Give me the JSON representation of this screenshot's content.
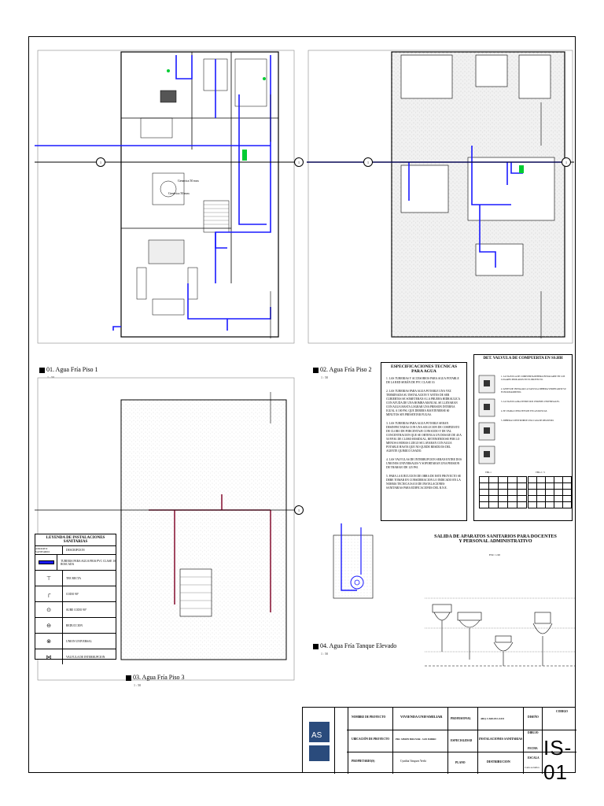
{
  "views": {
    "v1": {
      "title": "01. Agua Fría Piso 1",
      "scale": "1 : 50"
    },
    "v2": {
      "title": "02. Agua Fría Piso 2",
      "scale": "1 : 50"
    },
    "v3": {
      "title": "03. Agua Fría Piso 3",
      "scale": "1 : 50"
    },
    "v4": {
      "title": "04. Agua Fría Tanque Elevado",
      "scale": "1 : 50"
    }
  },
  "plan1_labels": {
    "room_a": "Generica 50 mm",
    "room_b": "Genérica 50 mm"
  },
  "specs": {
    "title_l1": "ESPECIFICACIONES TECNICAS",
    "title_l2": "PARA AGUA",
    "items": [
      "1. LAS TUBERIAS Y ACCESORIOS PARA AGUA POTABLE DE LA RED SERÁN DE PVC CLASE 10.",
      "2. LAS TUBERIAS PARA AGUA POTABLE UNA VEZ TERMINADA SU INSTALACION Y ANTES DE SER CUBIERTAS SE SOMETERAN A LA PRUEBA HIDRAULICA CON AYUDA DE UNA BOMBA MANUAL SE LLENARAN CON AGUA HASTA LOGRAR UNA PRESION INTERNA IGUAL A 100 PSI, QUE DEBERA MANTENERSE 60 MINUTOS SIN PRESENTAR FUGAS.",
      "3. LAS TUBERIAS PARA AGUA POTABLE SERAN DESINFECTADAS CON UNA SOLUCION DE COMPUESTO DE CLORO DE PORCENTAJE CONOCIDO Y DE TAL CONCENTRACION QUE SE OBTENGA UN DOSAJE DE 40 A 50 P.P.M. DE CLORO RESIDUAL, RETENIENDOSE POR LO MENOS 6 HORAS LUEGO SE LAVARAN CON AGUA POTABLE HASTA QUE NO QUEDE RESIDUOS DEL AGENTE QUIMICO USADO.",
      "4. LAS VALVULAS DE INTERRUPCION SERAN ENTRE DOS UNIONES UNIVERSALES Y SOPORTARAN UNA PRESION DE TRABAJO DE 125 PSI.",
      "5. PARA LA EJECUCION DE OBRA DE ESTE PROYECTO SE DEBE TOMAR EN CONSIDERACION LO INDICADO EN LA NORMA TECNICA IS.010 DE INSTALACIONES SANITARIAS PARA EDIFICACIONES DEL R.N.E."
    ]
  },
  "valve": {
    "title": "DET. VALVULA DE COMPUERTA EN SS.HH",
    "notes": [
      "1. LA VALVULA DE COMPUERTA DEBERA INSTALARSE EN LOS LUGARES INDICADOS EN EL PROYECTO.",
      "2. ANTES DE INSTALAR LA VALVULA DEBERA VERIFICARSE SU FUNCIONAMIENTO.",
      "3. LA VALVULA IRA ENTRE DOS UNIONES UNIVERSALES.",
      "4. SE USARA CINTA TEFLON EN LAS ROSCAS.",
      "5. DEBERA CONSTRUIRSE UNA CAJA DE REGISTRO."
    ],
    "table1_title": "TBL 1",
    "table2_title": "TBL 2 / 3"
  },
  "legend": {
    "title": "LEYENDA DE INSTALACIONES SANITARIAS",
    "col1": "APARATO SANITARIO",
    "col2": "DESCRIPCION",
    "items": [
      {
        "icon": "pipe-icon",
        "label": "TUBERIA PARA AGUA FRIA PVC CLASE 10 ROSCADA"
      },
      {
        "icon": "tee-icon",
        "label": "TEE RECTA"
      },
      {
        "icon": "elbow-icon",
        "label": "CODO 90°"
      },
      {
        "icon": "elbow-up-icon",
        "label": "SUBE CODO 90°"
      },
      {
        "icon": "reducer-icon",
        "label": "REDUCCION"
      },
      {
        "icon": "union-icon",
        "label": "UNION UNIVERSAL"
      },
      {
        "icon": "valve-icon",
        "label": "VALVULA DE INTERRUPCION"
      }
    ]
  },
  "fixtures": {
    "title_l1": "SALIDA DE APARATOS SANITARIOS PARA DOCENTES",
    "title_l2": "Y PERSONAL ADMINISTRATIVO",
    "scale": "ESC: 1/20"
  },
  "titleblock": {
    "nombre_label": "NOMBRE DE PROYECTO",
    "nombre_value": "VIVIENDA UNIFAMILIAR",
    "ubicacion_label": "UBICACIÓN DE PROYECTO",
    "ubicacion_value": "PRJ. SIMÓN BOLIVAR - SAN ISIDRO",
    "propietario_label": "PROPIETARIO(S)",
    "propietario_value": "Cynthia Vasquez Yerbi",
    "profesional_label": "PROFESIONAL",
    "profesional_value": "ARQ. CARLOS LAZO",
    "especialidad_label": "ESPECIALIDAD",
    "especialidad_value": "INSTALACIONES SANITARIAS",
    "plano_label": "PLANO",
    "plano_value": "DISTRIBUCION",
    "diseno_label": "DISEÑO",
    "dibujo_label": "DIBUJO",
    "fecha_label": "FECHA",
    "escala_label": "ESCALA",
    "escala_value": "Como se indica",
    "codigo_label": "CODIGO",
    "code": "IS-01"
  },
  "colors": {
    "pipe": "#1a1aff",
    "pipe_upper": "#8b1a3a",
    "fixture_green": "#00cc33"
  }
}
